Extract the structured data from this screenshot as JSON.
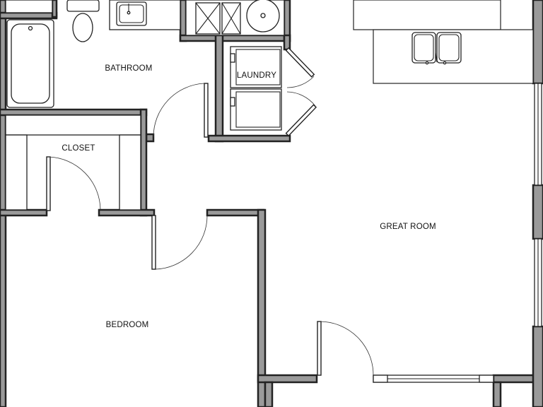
{
  "rooms": {
    "bathroom": "BATHROOM",
    "laundry": "LAUNDRY",
    "closet": "CLOSET",
    "great_room": "GREAT ROOM",
    "bedroom": "BEDROOM"
  }
}
